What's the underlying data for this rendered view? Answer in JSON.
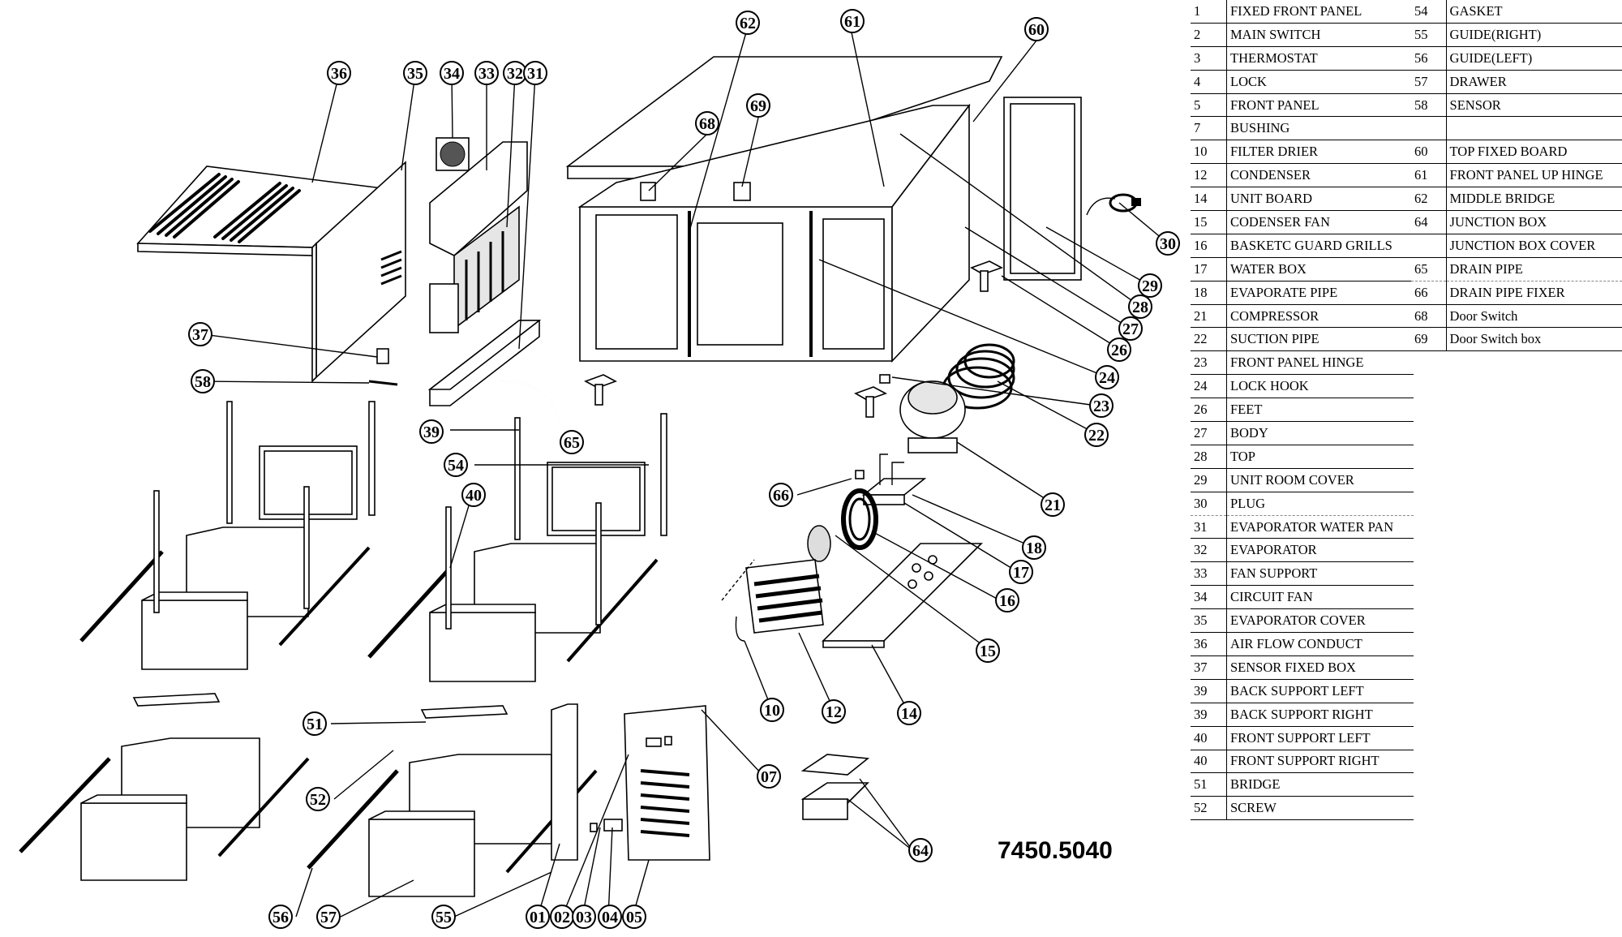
{
  "model_number": "7450.5040",
  "parts_left": [
    {
      "num": "1",
      "name": "FIXED FRONT PANEL"
    },
    {
      "num": "2",
      "name": "MAIN SWITCH"
    },
    {
      "num": "3",
      "name": "THERMOSTAT"
    },
    {
      "num": "4",
      "name": "LOCK"
    },
    {
      "num": "5",
      "name": "FRONT PANEL"
    },
    {
      "num": "7",
      "name": "BUSHING"
    },
    {
      "num": "10",
      "name": "FILTER DRIER"
    },
    {
      "num": "12",
      "name": "CONDENSER"
    },
    {
      "num": "14",
      "name": "UNIT BOARD"
    },
    {
      "num": "15",
      "name": "CODENSER FAN"
    },
    {
      "num": "16",
      "name": "BASKETC GUARD GRILLS"
    },
    {
      "num": "17",
      "name": "WATER BOX"
    },
    {
      "num": "18",
      "name": "EVAPORATE PIPE"
    },
    {
      "num": "21",
      "name": "COMPRESSOR"
    },
    {
      "num": "22",
      "name": "SUCTION PIPE"
    },
    {
      "num": "23",
      "name": "FRONT PANEL HINGE"
    },
    {
      "num": "24",
      "name": "LOCK HOOK"
    },
    {
      "num": "26",
      "name": "FEET"
    },
    {
      "num": "27",
      "name": "BODY"
    },
    {
      "num": "28",
      "name": "TOP"
    },
    {
      "num": "29",
      "name": "UNIT ROOM COVER"
    },
    {
      "num": "30",
      "name": "PLUG"
    },
    {
      "num": "31",
      "name": "EVAPORATOR WATER PAN"
    },
    {
      "num": "32",
      "name": "EVAPORATOR"
    },
    {
      "num": "33",
      "name": "FAN SUPPORT"
    },
    {
      "num": "34",
      "name": "CIRCUIT FAN"
    },
    {
      "num": "35",
      "name": "EVAPORATOR COVER"
    },
    {
      "num": "36",
      "name": "AIR    FLOW    CONDUCT"
    },
    {
      "num": "37",
      "name": "SENSOR FIXED BOX"
    },
    {
      "num": "39",
      "name": "BACK SUPPORT LEFT"
    },
    {
      "num": "39",
      "name": "BACK SUPPORT RIGHT"
    },
    {
      "num": "40",
      "name": "FRONT SUPPORT LEFT"
    },
    {
      "num": "40",
      "name": "FRONT SUPPORT RIGHT"
    },
    {
      "num": "51",
      "name": "BRIDGE"
    },
    {
      "num": "52",
      "name": "SCREW"
    }
  ],
  "parts_right": [
    {
      "num": "54",
      "name": "GASKET"
    },
    {
      "num": "55",
      "name": "GUIDE(RIGHT)"
    },
    {
      "num": "56",
      "name": "GUIDE(LEFT)"
    },
    {
      "num": "57",
      "name": "DRAWER"
    },
    {
      "num": "58",
      "name": "SENSOR"
    },
    {
      "num": "",
      "name": ""
    },
    {
      "num": "60",
      "name": "TOP FIXED BOARD"
    },
    {
      "num": "61",
      "name": "FRONT PANEL UP HINGE"
    },
    {
      "num": "62",
      "name": "MIDDLE BRIDGE"
    },
    {
      "num": "64",
      "name": "JUNCTION BOX"
    },
    {
      "num": "",
      "name": "JUNCTION BOX COVER"
    },
    {
      "num": "65",
      "name": "DRAIN PIPE"
    },
    {
      "num": "66",
      "name": "DRAIN PIPE FIXER"
    },
    {
      "num": "68",
      "name": "Door Switch"
    },
    {
      "num": "69",
      "name": "Door Switch box"
    }
  ],
  "callouts": [
    "36",
    "35",
    "34",
    "33",
    "32",
    "31",
    "62",
    "61",
    "60",
    "68",
    "69",
    "37",
    "58",
    "30",
    "29",
    "28",
    "27",
    "26",
    "24",
    "23",
    "22",
    "39",
    "65",
    "54",
    "40",
    "21",
    "66",
    "18",
    "17",
    "16",
    "15",
    "10",
    "12",
    "14",
    "51",
    "07",
    "52",
    "64",
    "56",
    "57",
    "55",
    "01",
    "02",
    "03",
    "04",
    "05"
  ]
}
